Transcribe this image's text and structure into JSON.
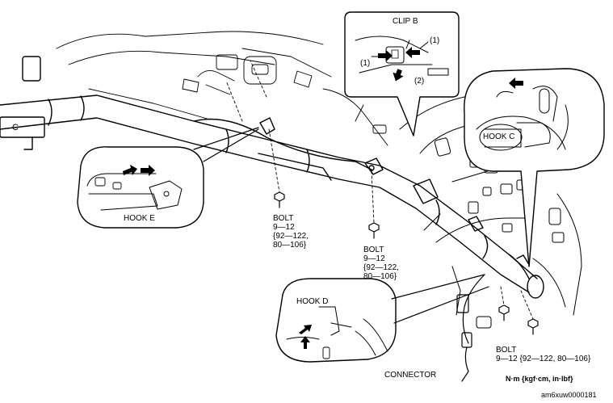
{
  "labels": {
    "clip_b": "CLIP B",
    "step_1a": "(1)",
    "step_1b": "(1)",
    "step_2": "(2)",
    "hook_c": "HOOK C",
    "hook_e": "HOOK E",
    "hook_d": "HOOK D",
    "connector": "CONNECTOR",
    "c_mark": "C",
    "units": "N·m {kgf·cm, in·lbf}",
    "figure_code": "am6xuw0000181"
  },
  "bolts": [
    {
      "title": "BOLT",
      "line1": "9—12",
      "line2": "{92—122,",
      "line3": "80—106}"
    },
    {
      "title": "BOLT",
      "line1": "9—12",
      "line2": "{92—122,",
      "line3": "80—106}"
    },
    {
      "title": "BOLT",
      "line1": "9—12 {92—122, 80—106}"
    }
  ]
}
